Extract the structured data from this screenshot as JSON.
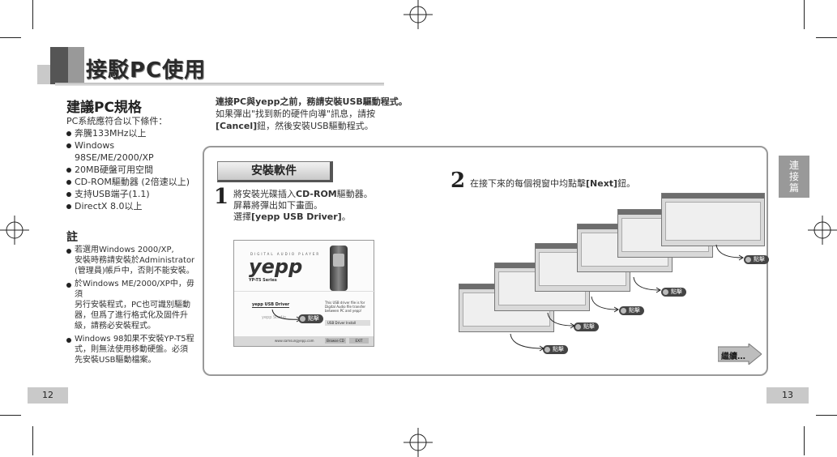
{
  "header": {
    "title": "接駁PC使用"
  },
  "left": {
    "req_title": "建議PC規格",
    "req_intro": "PC系統應符合以下條件：",
    "req_items": [
      "奔騰133MHz以上",
      "Windows 98SE/ME/2000/XP",
      "20MB硬盤可用空間",
      "CD-ROM驅動器 (2倍速以上)",
      "支持USB端子(1.1)",
      "DirectX 8.0以上"
    ],
    "note_title": "註",
    "note_items": [
      {
        "l1": "若選用Windows 2000/XP,",
        "l2": "安裝時務請安裝於Administrator",
        "l3": "(管理員)帳戶中，否則不能安裝。"
      },
      {
        "l1": "於Windows ME/2000/XP中，毋須",
        "l2": "另行安裝程式，PC也可識別驅動",
        "l3": "器，但爲了進行格式化及固件升",
        "l4": "級，請務必安裝程式。"
      },
      {
        "l1": "Windows 98如果不安裝YP-T5程",
        "l2": "式，則無法使用移動硬盤。必須",
        "l3": "先安裝USB驅動檔案。"
      }
    ]
  },
  "right_intro": {
    "bold": "連接PC與yepp之前，務請安裝USB驅動程式。",
    "line2": "如果彈出\"找到新的硬件向導\"訊息，請按",
    "line3_bold": "[Cancel]",
    "line3_rest": "鈕，然後安裝USB驅動程式。"
  },
  "panel": {
    "title": "安裝軟件",
    "step1_num": "1",
    "step1_l1a": "將安裝光碟插入",
    "step1_l1b": "CD-ROM",
    "step1_l1c": "驅動器。",
    "step1_l2": "屏幕將彈出如下畫面。",
    "step1_l3a": "選擇",
    "step1_l3b": "[yepp USB Driver]",
    "step1_l3c": "。",
    "step2_num": "2",
    "step2_a": "在接下來的每個視窗中均點擊",
    "step2_b": "[Next]",
    "step2_c": "鈕。",
    "click_label": "點擊",
    "continue_label": "繼續…"
  },
  "screenshot": {
    "brand_small": "DIGITAL AUDIO PLAYER",
    "brand": "yepp",
    "series": "YP-T5 Series",
    "option1": "yepp USB Driver",
    "option2": "yepp Studio",
    "desc": "This USB driver file is for Digital Audio file transfer between PC and yepp!",
    "install_btn": "USB Driver Install",
    "url": "www.samsungyepp.com",
    "browse_btn": "Browse CD",
    "exit_btn": "EXIT"
  },
  "side_tab": {
    "l1": "連",
    "l2": "接",
    "l3": "篇"
  },
  "pages": {
    "left": "12",
    "right": "13"
  }
}
